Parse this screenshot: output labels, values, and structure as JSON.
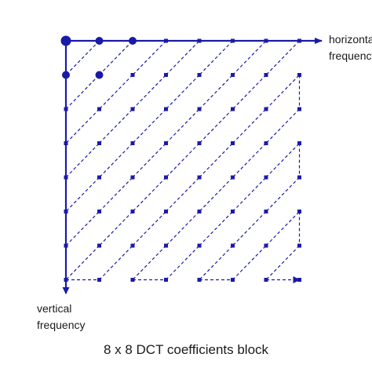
{
  "horizontal_axis_label": [
    "horizontal",
    "frequency"
  ],
  "vertical_axis_label": [
    "vertical",
    "frequency"
  ],
  "caption": "8 x 8 DCT coefficients block",
  "block_size": 8,
  "colors": {
    "primary": "#1a1aa8",
    "text": "#1a1a1a",
    "background": "#ffffff"
  },
  "coefficients": {
    "emphasized": [
      [
        0,
        0
      ],
      [
        0,
        1
      ],
      [
        1,
        0
      ],
      [
        1,
        1
      ],
      [
        0,
        2
      ]
    ],
    "largest": [
      [
        0,
        0
      ]
    ]
  }
}
